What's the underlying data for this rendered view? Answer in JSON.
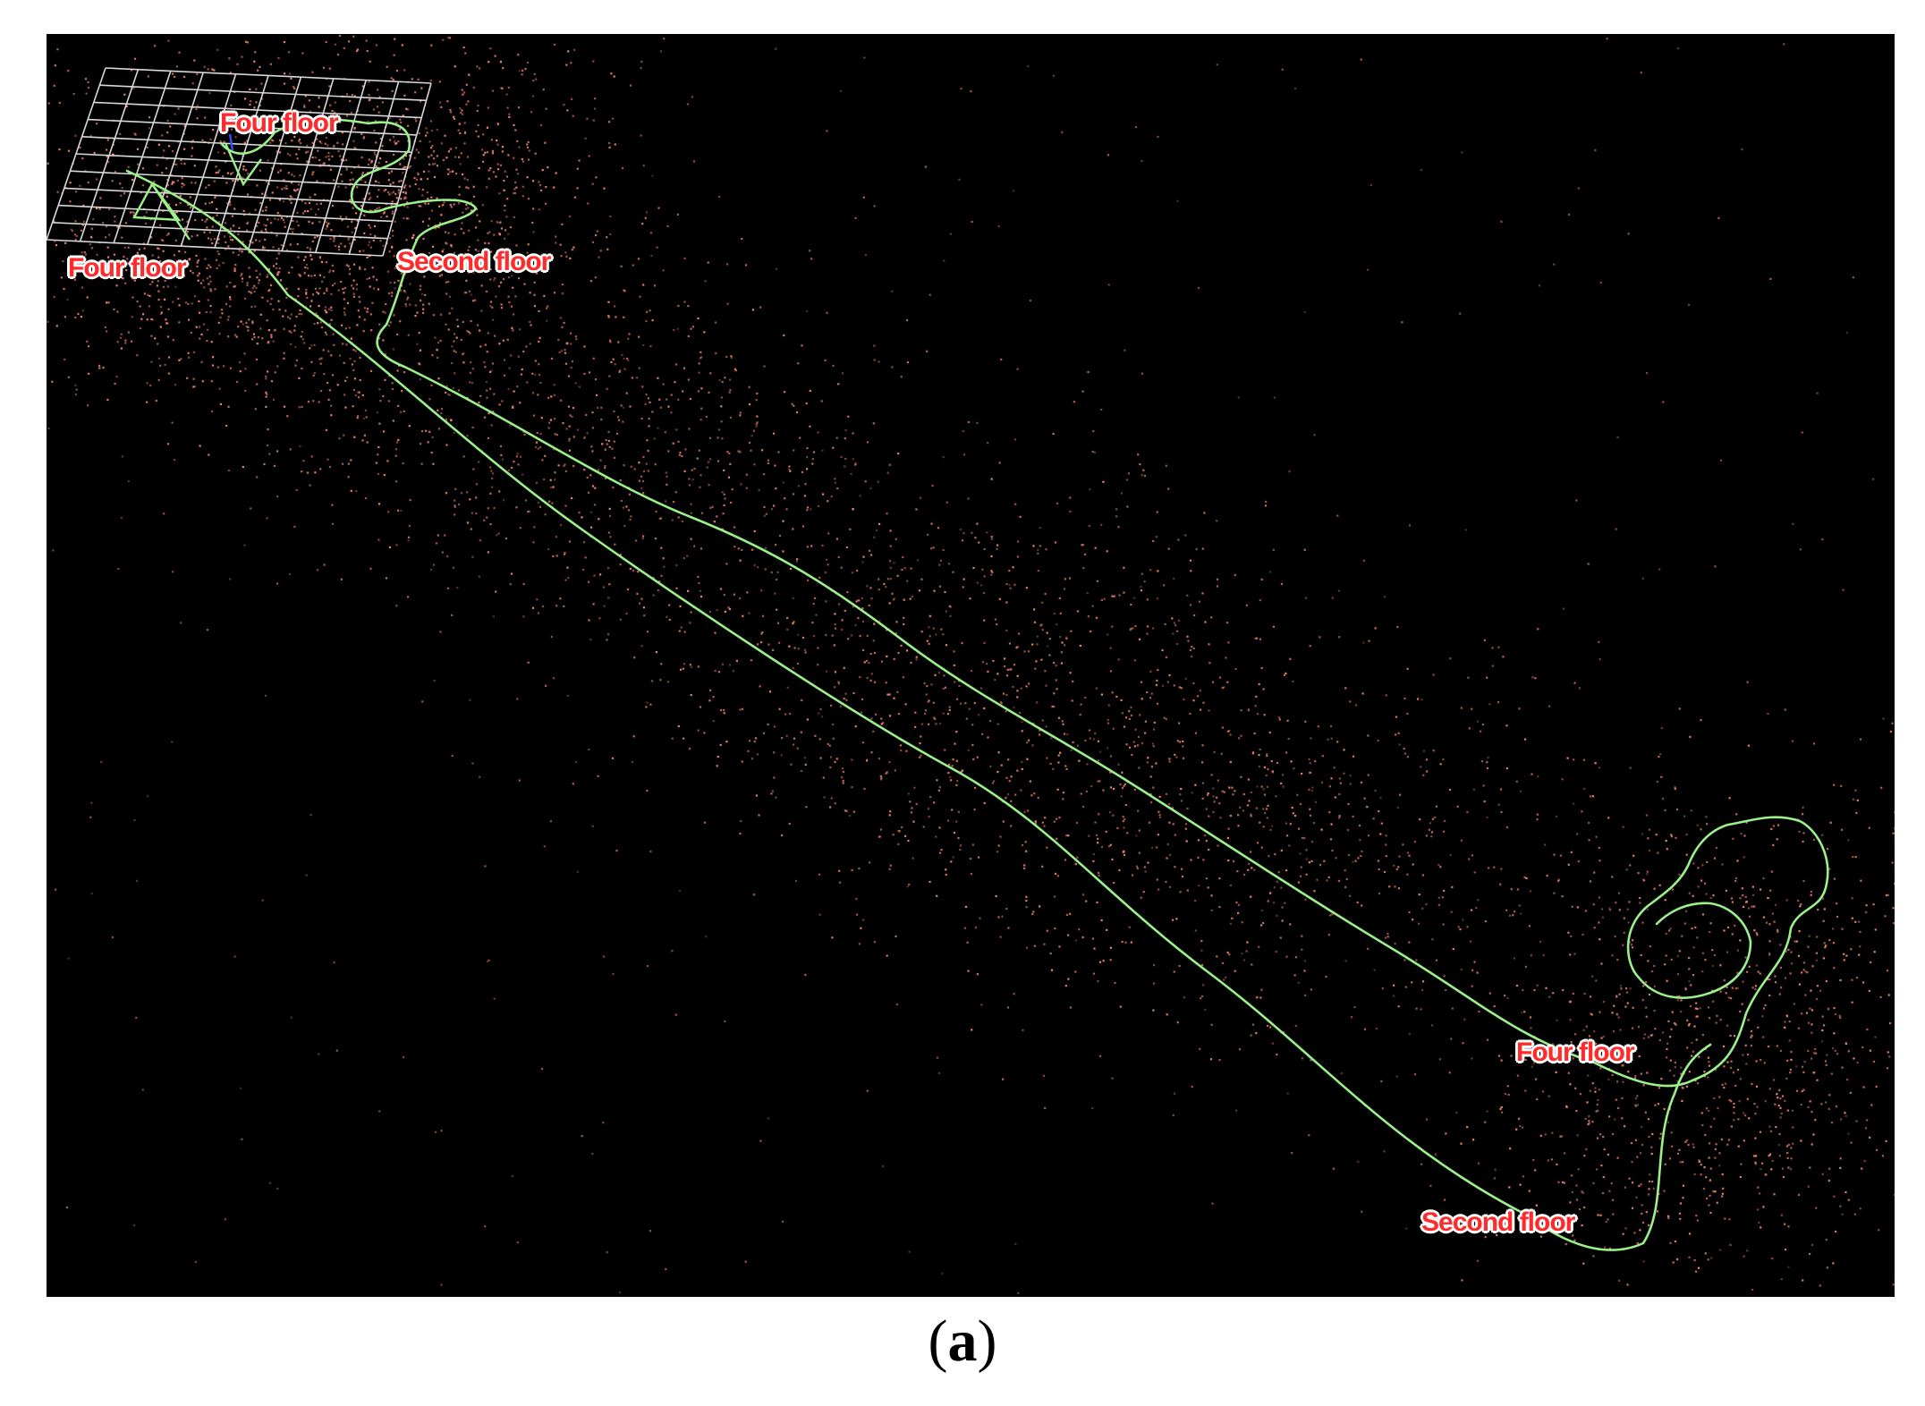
{
  "labels": {
    "top_left_upper": "Four floor",
    "top_left_lower": "Four floor",
    "top_middle": "Second floor",
    "bottom_right_upper": "Four floor",
    "bottom_right_lower": "Second floor"
  },
  "caption": {
    "open": "(",
    "letter": "a",
    "close": ")"
  },
  "colors": {
    "background": "#000000",
    "trajectory": "#9cf08a",
    "points": "#f0846e",
    "grid": "#d8d8d8",
    "label_text": "#ff2a2a",
    "label_outline": "#ffffff"
  }
}
